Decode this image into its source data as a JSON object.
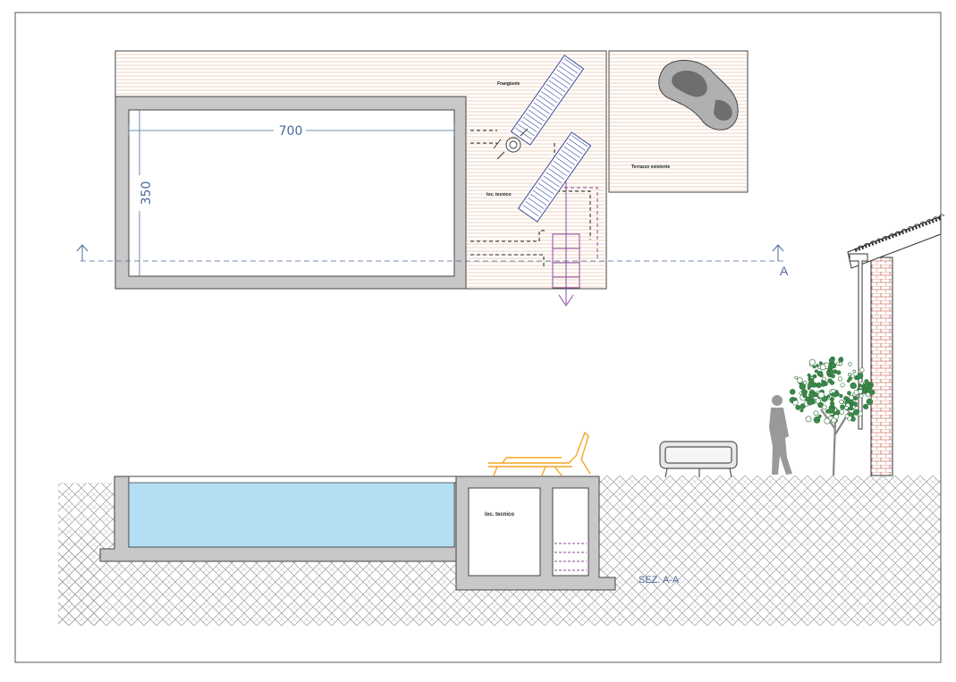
{
  "plan": {
    "dimension_length": "700",
    "dimension_width": "350",
    "label_pergola": "Frangisole",
    "label_tech_room": "loc. tecnico",
    "label_terrace": "Terrazzo esistente",
    "section_marker": "A"
  },
  "section": {
    "label_tech_room": "loc. tecnico",
    "title": "SEZ. A-A"
  },
  "colors": {
    "water": "#b3dff5",
    "concrete": "#c8c8c8",
    "deck_lines": "#d9a27a",
    "dimension": "#4a6a9a",
    "stair": "#8e4a9e",
    "lounger_section": "#f5a623",
    "tree": "#3a8a4a",
    "brick": "#c04030",
    "person": "#999999"
  }
}
